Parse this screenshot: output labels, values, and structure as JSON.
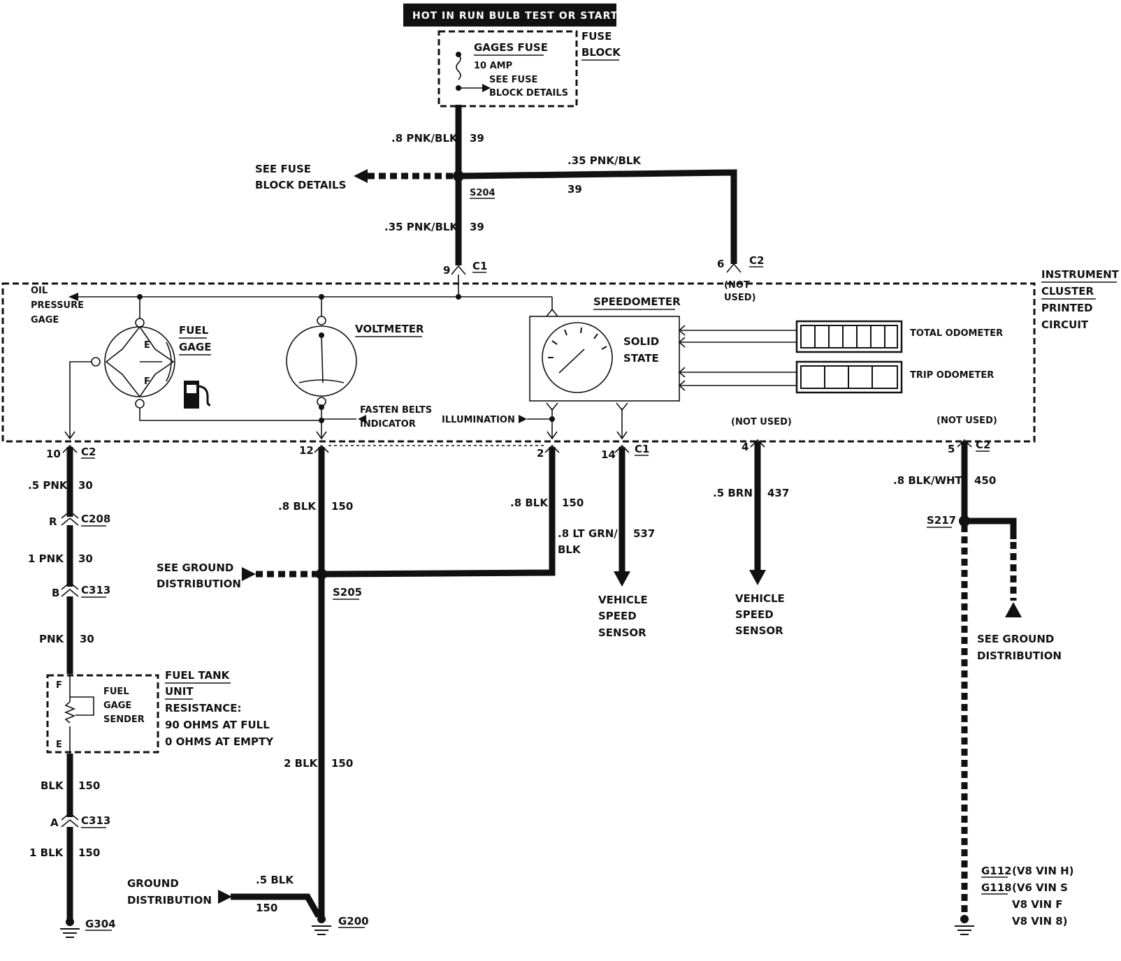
{
  "header": {
    "banner": "HOT IN RUN BULB TEST OR START"
  },
  "fuse_block": {
    "label_line1": "FUSE",
    "label_line2": "BLOCK",
    "fuse_name": "GAGES FUSE",
    "rating": "10 AMP",
    "see1": "SEE FUSE",
    "see2": "BLOCK DETAILS"
  },
  "feed": {
    "wire_top": ".8 PNK/BLK",
    "circuit_top": "39",
    "splice": "S204",
    "branch_wire": ".35 PNK/BLK",
    "branch_circuit": "39",
    "wire_down": ".35 PNK/BLK",
    "circuit_down": "39",
    "see_left1": "SEE FUSE",
    "see_left2": "BLOCK DETAILS"
  },
  "connectors_top": {
    "c1_pin": "9",
    "c1_name": "C1",
    "c2_pin": "6",
    "c2_name": "C2",
    "not_used1": "(NOT",
    "not_used2": "USED)"
  },
  "cluster": {
    "label": [
      "INSTRUMENT",
      "CLUSTER",
      "PRINTED",
      "CIRCUIT"
    ],
    "oil": [
      "OIL",
      "PRESSURE",
      "GAGE"
    ],
    "fuel_gage": [
      "FUEL",
      "GAGE"
    ],
    "fuel_e": "E",
    "fuel_f": "F",
    "voltmeter": "VOLTMETER",
    "speedometer": "SPEEDOMETER",
    "solid_state": [
      "SOLID",
      "STATE"
    ],
    "total_odometer": "TOTAL ODOMETER",
    "trip_odometer": "TRIP ODOMETER",
    "fasten_belts": [
      "FASTEN BELTS",
      "INDICATOR"
    ],
    "illumination": "ILLUMINATION",
    "not_used_a": "(NOT USED)",
    "not_used_b": "(NOT USED)"
  },
  "bottom_pins": {
    "p10": "10",
    "p10_conn": "C2",
    "p12": "12",
    "p2": "2",
    "p14": "14",
    "p14_conn": "C1",
    "p4": "4",
    "p5": "5",
    "p5_conn": "C2"
  },
  "left_branch": {
    "w1": ".5 PNK",
    "c1": "30",
    "conn_a_pin": "R",
    "conn_a": "C208",
    "w2": "1 PNK",
    "c2": "30",
    "conn_b_pin": "B",
    "conn_b": "C313",
    "w3": "PNK",
    "c3": "30",
    "tank_title": [
      "FUEL TANK",
      "UNIT"
    ],
    "tank_info": [
      "RESISTANCE:",
      "90 OHMS AT FULL",
      "0 OHMS AT EMPTY"
    ],
    "sender": [
      "FUEL",
      "GAGE",
      "SENDER"
    ],
    "sender_f": "F",
    "sender_e": "E",
    "w4": "BLK",
    "c4": "150",
    "conn_c_pin": "A",
    "conn_c": "C313",
    "w5": "1 BLK",
    "c5": "150",
    "ground": "G304"
  },
  "middle_branch": {
    "w1": ".8 BLK",
    "c1": "150",
    "w2": ".8 BLK",
    "c2": "150",
    "splice": "S205",
    "see_ground1": "SEE GROUND",
    "see_ground2": "DISTRIBUTION",
    "w3": "2 BLK",
    "c3": "150",
    "gd1": "GROUND",
    "gd2": "DISTRIBUTION",
    "w4": ".5 BLK",
    "c4": "150",
    "ground": "G200"
  },
  "vss1": {
    "wire1": ".8 LT GRN/",
    "wire2": "BLK",
    "circuit": "537",
    "label": [
      "VEHICLE",
      "SPEED",
      "SENSOR"
    ]
  },
  "vss2": {
    "wire": ".5 BRN",
    "circuit": "437",
    "label": [
      "VEHICLE",
      "SPEED",
      "SENSOR"
    ]
  },
  "right_branch": {
    "wire": ".8 BLK/WHT",
    "circuit": "450",
    "splice": "S217",
    "see_ground1": "SEE GROUND",
    "see_ground2": "DISTRIBUTION",
    "g1": "G112",
    "g1_note": "(V8 VIN H)",
    "g2": "G118",
    "g2_note": "(V6 VIN S",
    "g2_note2": "V8 VIN F",
    "g2_note3": "V8 VIN 8)"
  }
}
